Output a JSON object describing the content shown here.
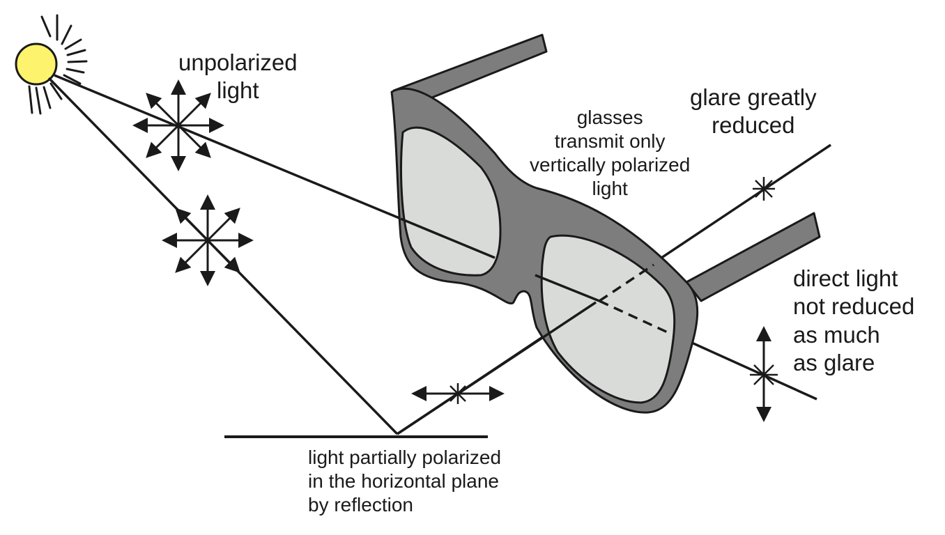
{
  "labels": {
    "unpolarized": [
      "unpolarized",
      "light"
    ],
    "glasses_transmit": [
      "glasses",
      "transmit only",
      "vertically polarized",
      "light"
    ],
    "glare_reduced": [
      "glare greatly",
      "reduced"
    ],
    "direct_light": [
      "direct light",
      "not reduced",
      "as much",
      "as glare"
    ],
    "reflection": [
      "light partially polarized",
      "in the horizontal plane",
      "by reflection"
    ]
  },
  "colors": {
    "sun_fill": "#fdf36c",
    "lens_fill": "#d9dbd8",
    "frame_fill": "#7d7d7d",
    "line": "#1a1a1a"
  },
  "icons": [
    "sun-icon",
    "unpolarized-arrows-icon",
    "polarization-arrows-icon",
    "glasses-illustration"
  ]
}
